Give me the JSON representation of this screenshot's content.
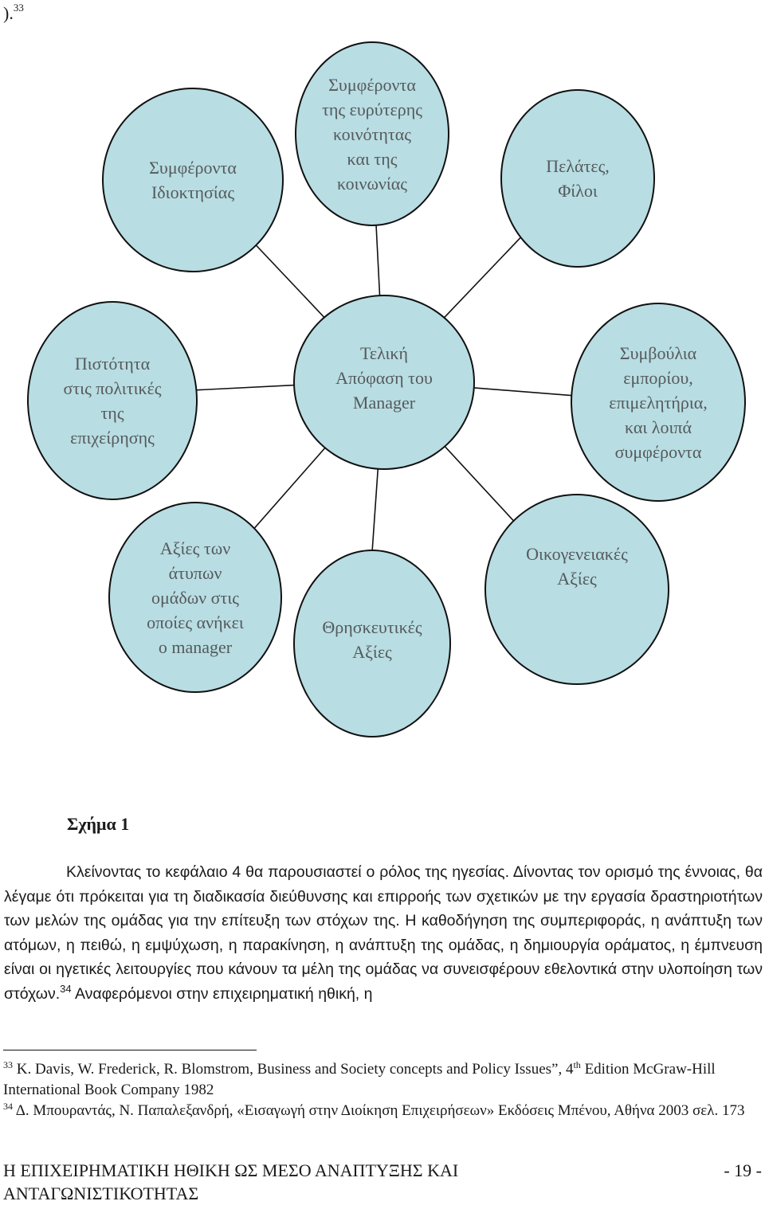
{
  "top_fragment": {
    "text": ").",
    "sup": "33"
  },
  "diagram": {
    "center": {
      "lines": [
        "Τελική",
        "Απόφαση  του",
        "Manager"
      ]
    },
    "nodes": [
      {
        "lines": [
          "Συμφέροντα",
          "της ευρύτερης",
          "κοινότητας",
          "και της",
          "κοινωνίας"
        ]
      },
      {
        "lines": [
          "Πελάτες,",
          "Φίλοι"
        ]
      },
      {
        "lines": [
          "Συμβούλια",
          "εμπορίου,",
          "επιμελητήρια,",
          "και λοιπά",
          "συμφέροντα"
        ]
      },
      {
        "lines": [
          "Οικογενειακές",
          "Αξίες"
        ]
      },
      {
        "lines": [
          "Θρησκευτικές",
          "Αξίες"
        ]
      },
      {
        "lines": [
          "Αξίες των",
          "άτυπων",
          "ομάδων στις",
          "οποίες ανήκει",
          "ο manager"
        ]
      },
      {
        "lines": [
          "Πιστότητα",
          "στις πολιτικές",
          "της",
          "επιχείρησης"
        ]
      },
      {
        "lines": [
          "Συμφέροντα",
          "Ιδιοκτησίας"
        ]
      }
    ]
  },
  "caption": "Σχήμα 1",
  "paragraph": {
    "text_a": "Κλείνοντας το κεφάλαιο 4 θα παρουσιαστεί ο ρόλος της ηγεσίας. Δίνοντας τον ορισμό της έννοιας, θα λέγαμε ότι πρόκειται για τη διαδικασία διεύθυνσης και επιρροής των σχετικών με την εργασία δραστηριοτήτων των μελών της ομάδας για την επίτευξη των στόχων της. Η καθοδήγηση της συμπεριφοράς, η ανάπτυξη των ατόμων, η πειθώ, η εμψύχωση, η παρακίνηση, η ανάπτυξη της ομάδας, η δημιουργία οράματος, η έμπνευση είναι οι ηγετικές λειτουργίες που κάνουν τα μέλη της ομάδας να συνεισφέρουν εθελοντικά στην υλοποίηση των στόχων.",
    "sup": "34",
    "text_b": " Αναφερόμενοι στην επιχειρηματική ηθική, η"
  },
  "footnotes": [
    {
      "num": "33",
      "a": " K. Davis, W. Frederick, R. Blomstrom, Business and Society concepts and Policy Issues”, 4",
      "sup": "th",
      "b": " Edition McGraw-Hill International Book Company 1982"
    },
    {
      "num": "34",
      "a": " Δ. Μπουραντάς, Ν. Παπαλεξανδρή, «Εισαγωγή στην Διοίκηση Επιχειρήσεων» Εκδόσεις Μπένου, Αθήνα 2003 σελ. 173"
    }
  ],
  "footer": {
    "title": "Η ΕΠΙΧΕΙΡΗΜΑΤΙΚΗ ΗΘΙΚΗ ΩΣ ΜΕΣΟ ΑΝΑΠΤΥΞΗΣ ΚΑΙ ΑΝΤΑΓΩΝΙΣΤΙΚΟΤΗΤΑΣ",
    "page": "- 19 -"
  },
  "colors": {
    "circle_fill": "#b8dde3",
    "outline": "#111111",
    "circle_text": "#555a5c"
  }
}
